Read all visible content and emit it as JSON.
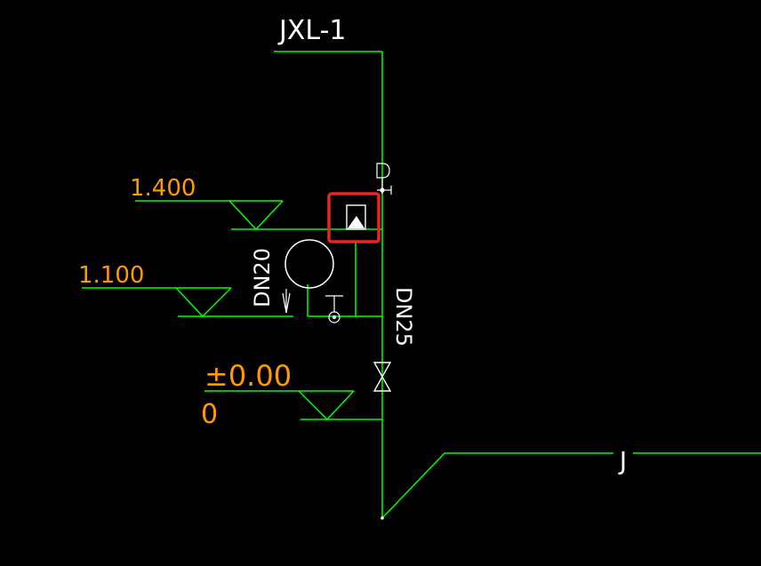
{
  "colors": {
    "background": "#000000",
    "pipe": "#00FF00",
    "label_white": "#FFFFFF",
    "label_orange": "#FF9A00",
    "highlight": "#E8251F"
  },
  "labels": {
    "riser_id": "JXL-1",
    "riser_size": "DN25",
    "branch_size": "DN20",
    "main_pipe_code": "J"
  },
  "elevations": {
    "level_1": "1.400",
    "level_2": "1.100",
    "level_3": "±0.00",
    "level_3_sub": "0"
  },
  "icons": {
    "highlighted_fixture": "fixture-box-icon",
    "gate_valve": "gate-valve-icon",
    "water_meter": "meter-circle-icon",
    "tap": "tap-icon",
    "air_valve": "vacuum-valve-icon"
  }
}
